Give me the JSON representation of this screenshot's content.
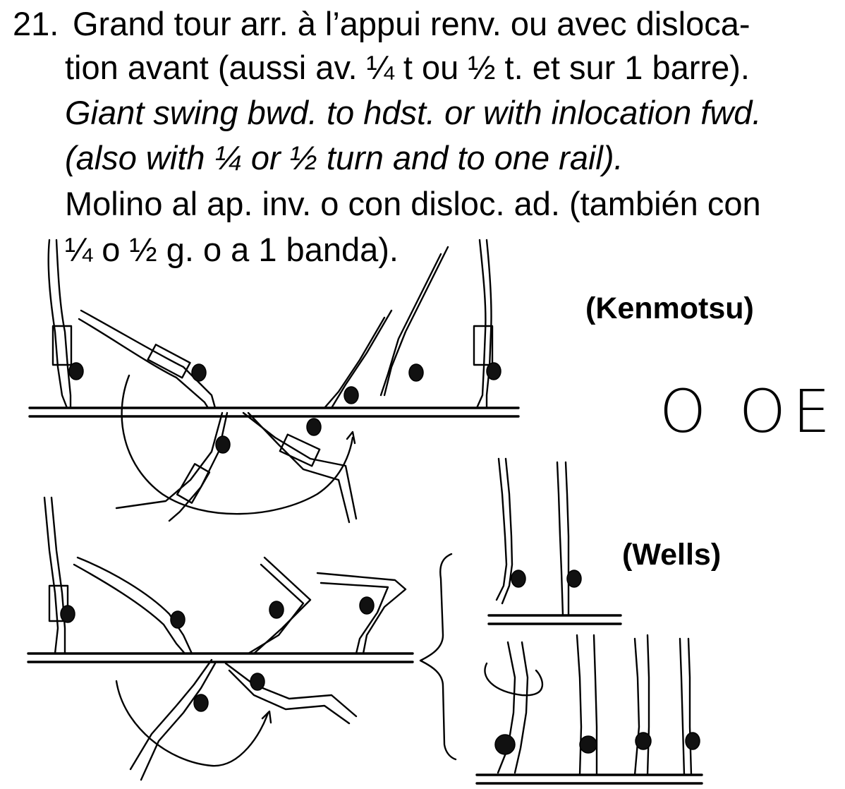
{
  "element": {
    "number": "21.",
    "line_fr_1": "Grand tour arr. à l’appui renv. ou avec disloca-",
    "line_fr_2": "tion avant (aussi av. ¼ t ou ½ t. et sur 1 barre).",
    "line_en_1": "Giant swing bwd. to hdst. or with inlocation fwd.",
    "line_en_2": "(also with ¼ or ½ turn and to one rail).",
    "line_es_1": "Molino al ap. inv. o con disloc. ad. (también con",
    "line_es_2": "¼ o ½ g. o a 1 banda)."
  },
  "names": {
    "kenmotsu": "(Kenmotsu)",
    "wells": "(Wells)"
  },
  "handwriting": "O OE",
  "illustrations": [
    "gymnast-giant-swing-to-handstand",
    "gymnast-giant-swing-with-inlocation",
    "gymnast-wells-sequence"
  ]
}
